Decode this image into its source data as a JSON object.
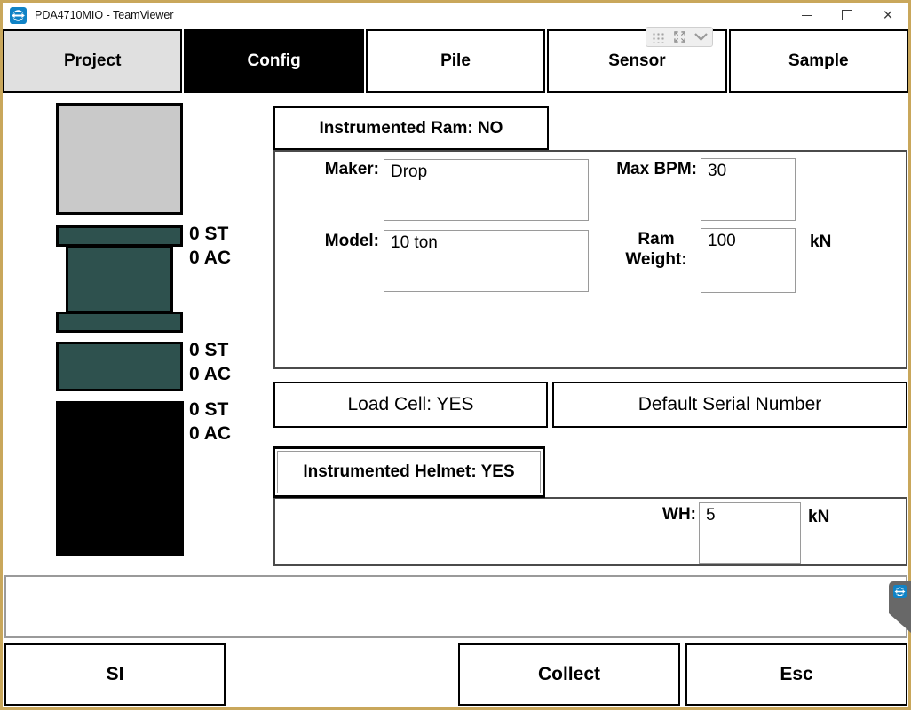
{
  "titlebar": {
    "title": "PDA4710MIO - TeamViewer"
  },
  "tabs": [
    {
      "label": "Project"
    },
    {
      "label": "Config"
    },
    {
      "label": "Pile"
    },
    {
      "label": "Sensor"
    },
    {
      "label": "Sample"
    }
  ],
  "diagram": {
    "helmet_st": "0 ST",
    "helmet_ac": "0 AC",
    "load_cell_st": "0 ST",
    "load_cell_ac": "0 AC",
    "pile_st": "0 ST",
    "pile_ac": "0 AC"
  },
  "ram_section": {
    "toggle": "Instrumented Ram: NO",
    "maker_label": "Maker:",
    "maker_value": "Drop",
    "max_bpm_label": "Max BPM:",
    "max_bpm_value": "30",
    "model_label": "Model:",
    "model_value": "10 ton",
    "ram_weight_label": "Ram Weight:",
    "ram_weight_value": "100",
    "ram_weight_unit": "kN"
  },
  "buttons": {
    "load_cell": "Load Cell: YES",
    "default_serial": "Default Serial Number",
    "helmet_toggle": "Instrumented Helmet: YES",
    "si": "SI",
    "collect": "Collect",
    "esc": "Esc"
  },
  "helmet_section": {
    "wh_label": "WH:",
    "wh_value": "5",
    "wh_unit": "kN"
  },
  "status_message": "",
  "colors": {
    "session_border": "#C9A75B",
    "hammer_teal": "#2E514E",
    "ram_gray": "#C9C9C9",
    "tab_inactive_gray": "#E0E0E0",
    "tab_active_bg": "#000000",
    "teamviewer_blue": "#1083C6",
    "edge_tab_gray": "#686868"
  }
}
